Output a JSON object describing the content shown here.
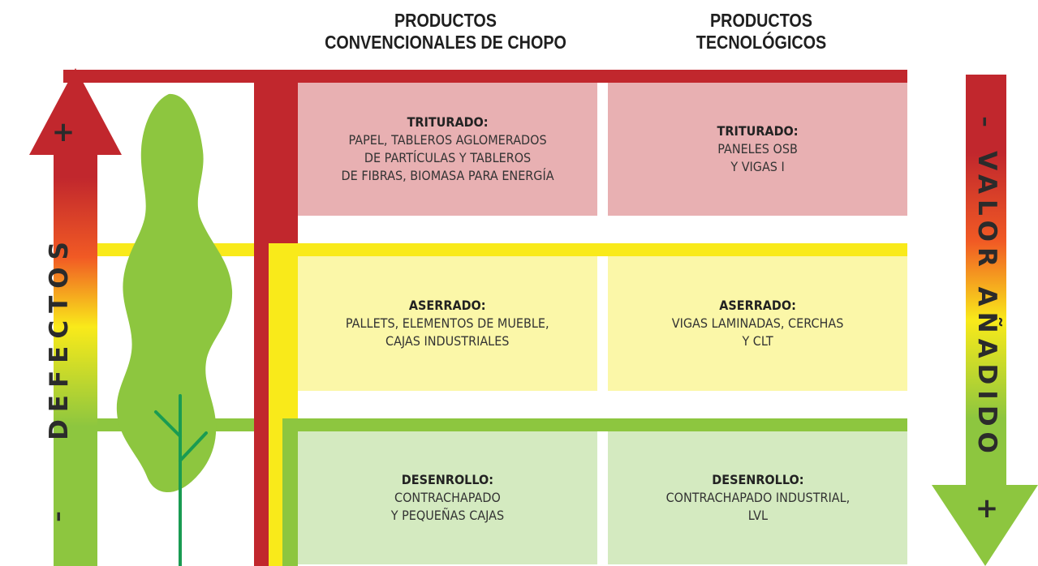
{
  "columns": [
    {
      "line1": "PRODUCTOS",
      "line2": "CONVENCIONALES DE CHOPO"
    },
    {
      "line1": "PRODUCTOS",
      "line2": "TECNOLÓGICOS"
    }
  ],
  "left_axis": {
    "label": "DEFECTOS",
    "top_sign": "+",
    "bottom_sign": "-"
  },
  "right_axis": {
    "label": "VALOR AÑADIDO",
    "top_sign": "-",
    "bottom_sign": "+"
  },
  "rows": [
    {
      "level": "high",
      "color_box": "#e8b0b2",
      "color_band": "#c1272d",
      "cells": [
        {
          "title": "TRITURADO:",
          "lines": [
            "PAPEL, TABLEROS AGLOMERADOS",
            "DE PARTÍCULAS Y TABLEROS",
            "DE FIBRAS, BIOMASA PARA ENERGÍA"
          ]
        },
        {
          "title": "TRITURADO:",
          "lines": [
            "PANELES OSB",
            "Y VIGAS I"
          ]
        }
      ]
    },
    {
      "level": "medium",
      "color_box": "#fbf7a8",
      "color_band": "#f9ea1a",
      "cells": [
        {
          "title": "ASERRADO:",
          "lines": [
            "PALLETS, ELEMENTOS DE MUEBLE,",
            "CAJAS INDUSTRIALES"
          ]
        },
        {
          "title": "ASERRADO:",
          "lines": [
            "VIGAS LAMINADAS, CERCHAS",
            "Y CLT"
          ]
        }
      ]
    },
    {
      "level": "low",
      "color_box": "#d4eac0",
      "color_band": "#8dc63f",
      "cells": [
        {
          "title": "DESENROLLO:",
          "lines": [
            "CONTRACHAPADO",
            "Y PEQUEÑAS CAJAS"
          ]
        },
        {
          "title": "DESENROLLO:",
          "lines": [
            "CONTRACHAPADO INDUSTRIAL,",
            "LVL"
          ]
        }
      ]
    }
  ],
  "colors": {
    "tree_crown": "#8dc63f",
    "tree_trunk": "#1a9b52",
    "gradient_red": "#c1272d",
    "gradient_yellow": "#f9ea1a",
    "gradient_green": "#8dc63f"
  },
  "icons": {
    "tree": "poplar-tree-icon",
    "up_arrow": "arrow-up-icon",
    "down_arrow": "arrow-down-icon"
  }
}
